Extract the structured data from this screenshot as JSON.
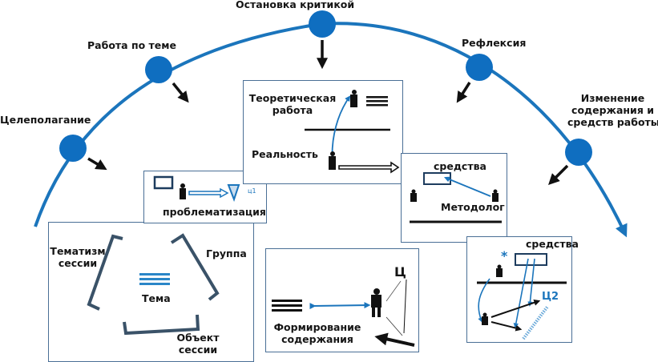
{
  "colors": {
    "arc": "#1b75bc",
    "node": "#0f6ec0",
    "arrow": "#111111",
    "box_border": "#4a6f96",
    "accent_line": "#2a86c8",
    "bracket": "#3a5268"
  },
  "stages": [
    {
      "id": "goal-setting",
      "label": "Целеполагание"
    },
    {
      "id": "topic-work",
      "label": "Работа по теме"
    },
    {
      "id": "critic-stop",
      "label": "Остановка критикой"
    },
    {
      "id": "reflection",
      "label": "Рефлексия"
    },
    {
      "id": "change",
      "label": "Изменение содержания и средств работы",
      "lines": [
        "Изменение",
        "содержания и",
        "средств работы"
      ]
    }
  ],
  "boxes": {
    "session": {
      "labels": {
        "thematism": [
          "Тематизм",
          "сессии"
        ],
        "group": "Группа",
        "theme": "Тема",
        "object": [
          "Объект",
          "сессии"
        ]
      },
      "icons": [
        "bracket-icon",
        "lines-icon"
      ]
    },
    "problematization": {
      "label": "проблематизация",
      "goal_label": "ц1",
      "icons": [
        "frame-icon",
        "person-icon",
        "hollow-arrow-icon",
        "triangle-icon"
      ]
    },
    "theory": {
      "theory_label": [
        "Теоретическая",
        "работа"
      ],
      "reality_label": "Реальность",
      "icons": [
        "person-icon",
        "lines-icon",
        "hollow-arrow-icon"
      ]
    },
    "methodologist": {
      "means_label": "средства",
      "role_label": "Методолог",
      "icons": [
        "frame-icon",
        "person-icon"
      ]
    },
    "content_forming": {
      "label": [
        "Формирование",
        "содержания"
      ],
      "goal_label": "Ц",
      "icons": [
        "lines-icon",
        "double-arrow-icon",
        "person-icon"
      ]
    },
    "means_change": {
      "means_label": "средства",
      "goal_label": "Ц2",
      "star": "*",
      "icons": [
        "frame-icon",
        "person-icon",
        "hatched-line-icon"
      ]
    }
  }
}
